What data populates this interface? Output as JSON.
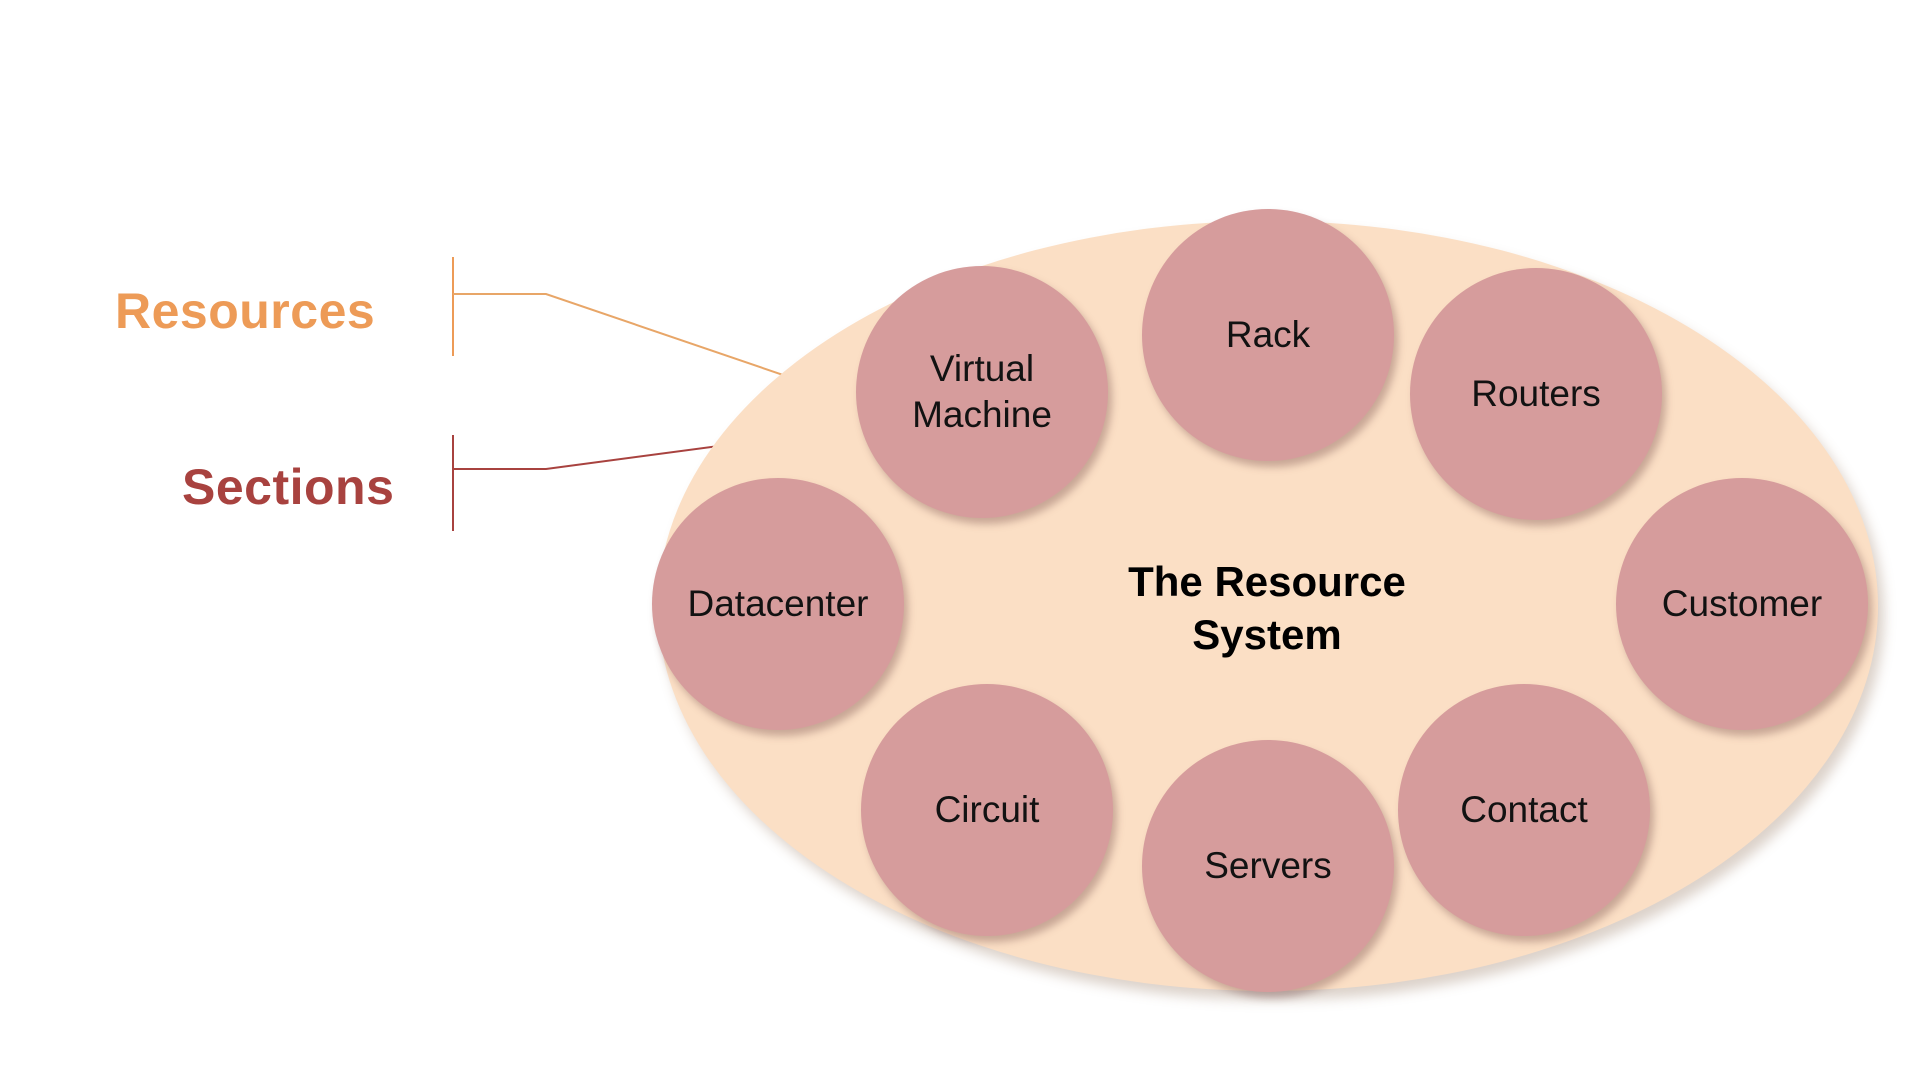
{
  "diagram": {
    "center_title": "The Resource\nSystem",
    "side_labels": {
      "resources": "Resources",
      "sections": "Sections"
    },
    "nodes": [
      {
        "label": "Virtual Machine"
      },
      {
        "label": "Rack"
      },
      {
        "label": "Routers"
      },
      {
        "label": "Datacenter"
      },
      {
        "label": "Customer"
      },
      {
        "label": "Circuit"
      },
      {
        "label": "Servers"
      },
      {
        "label": "Contact"
      }
    ],
    "colors": {
      "ellipse_fill": "#FBDFC5",
      "node_fill": "#D69C9C",
      "resources_accent": "#ED9B57",
      "sections_accent": "#A8423F",
      "title_color": "#000000"
    }
  }
}
